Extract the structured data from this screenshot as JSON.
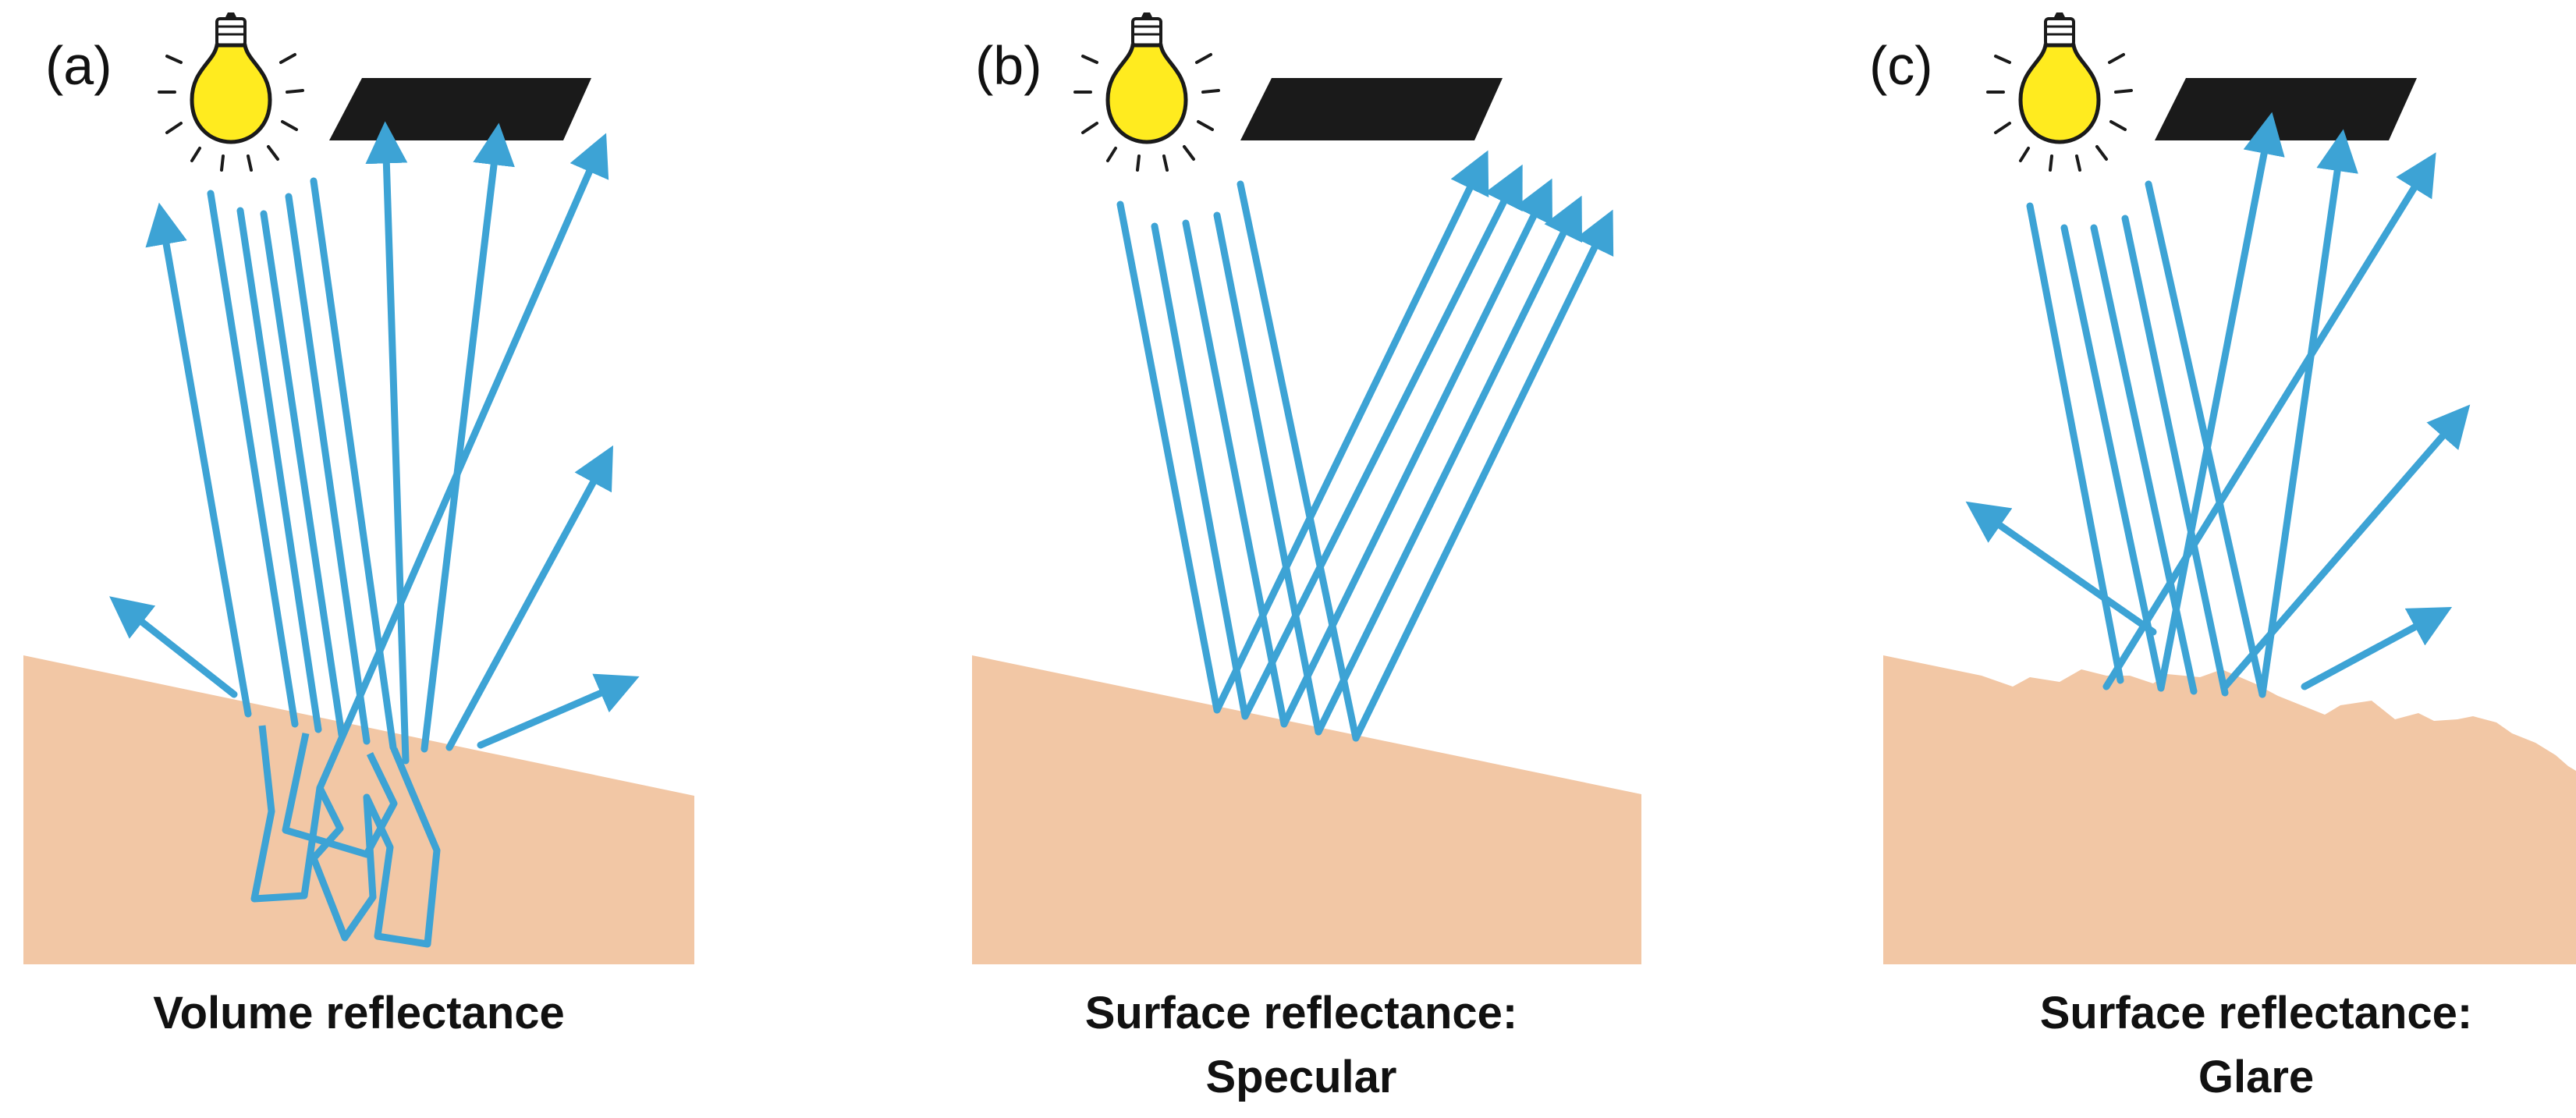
{
  "colors": {
    "skin": "#F2C7A5",
    "ray": "#3DA3D5",
    "bulb": "#FFEB1F",
    "bulb_outline": "#1A1A1A",
    "detector": "#1A1A1A",
    "text": "#111111"
  },
  "icons": {
    "light_source": "lightbulb-icon",
    "detector": "detector-plate"
  },
  "panels": [
    {
      "id": "a",
      "label": "(a)",
      "caption_lines": [
        "Volume reflectance"
      ]
    },
    {
      "id": "b",
      "label": "(b)",
      "caption_lines": [
        "Surface reflectance:",
        "Specular"
      ]
    },
    {
      "id": "c",
      "label": "(c)",
      "caption_lines": [
        "Surface reflectance:",
        "Glare"
      ]
    }
  ]
}
